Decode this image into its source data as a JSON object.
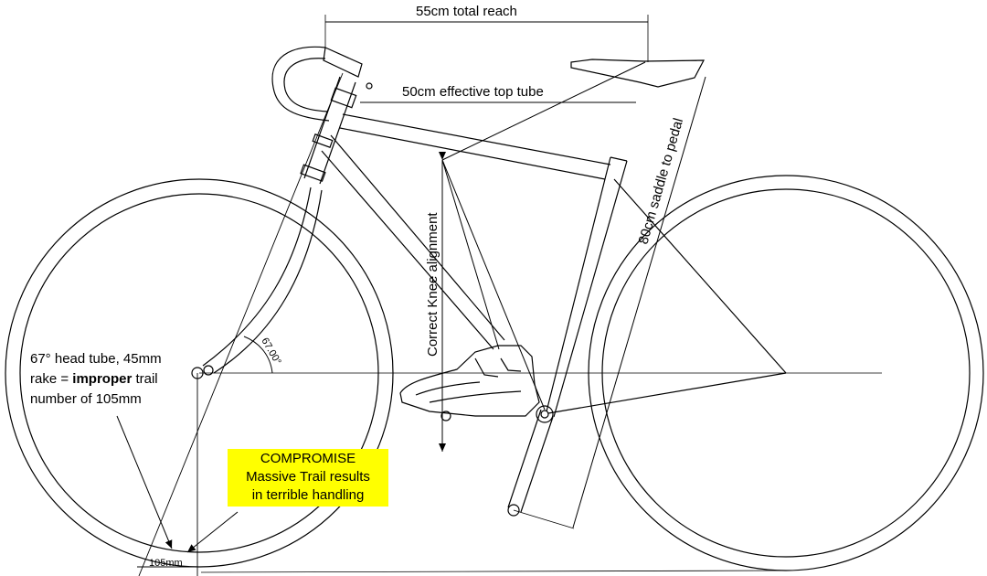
{
  "labels": {
    "total_reach": "55cm total reach",
    "effective_top_tube": "50cm effective top tube",
    "saddle_to_pedal": "80cm saddle to pedal",
    "knee_alignment": "Correct Knee alignment",
    "angle": "67.00°",
    "trail_measure": "105mm"
  },
  "note": {
    "line1": "67° head tube, 45mm",
    "line2_prefix": "rake = ",
    "line2_bold": "improper",
    "line2_suffix": " trail",
    "line3": "number of 105mm"
  },
  "callout": {
    "line1": "COMPROMISE",
    "line2": "Massive Trail results",
    "line3": "in terrible handling",
    "color": "#ffff00"
  }
}
